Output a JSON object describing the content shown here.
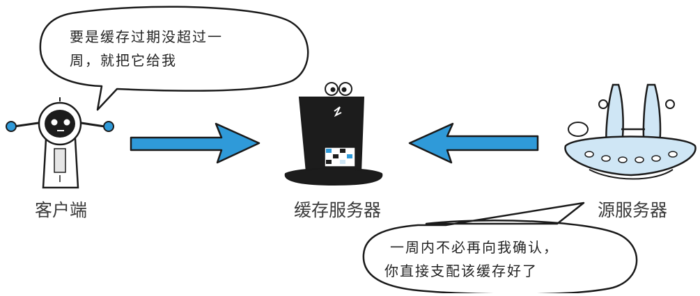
{
  "bubbles": {
    "client_request": {
      "line1": "要是缓存过期没超过一",
      "line2": "周，就把它给我"
    },
    "origin_reply": {
      "line1": "一周内不必再向我确认，",
      "line2": "你直接支配该缓存好了"
    }
  },
  "nodes": {
    "client": {
      "label": "客户端"
    },
    "cache_server": {
      "label": "缓存服务器"
    },
    "origin_server": {
      "label": "源服务器"
    }
  },
  "colors": {
    "arrow": "#2f9ad9",
    "ink": "#1a1a1a",
    "hat": "#1c1c1c",
    "robot_face": "#1c1c1c",
    "accent_blue": "#cfe6f5"
  },
  "icons": {
    "client": "robot-icon",
    "cache_server": "top-hat-icon",
    "origin_server": "ufo-icon"
  }
}
